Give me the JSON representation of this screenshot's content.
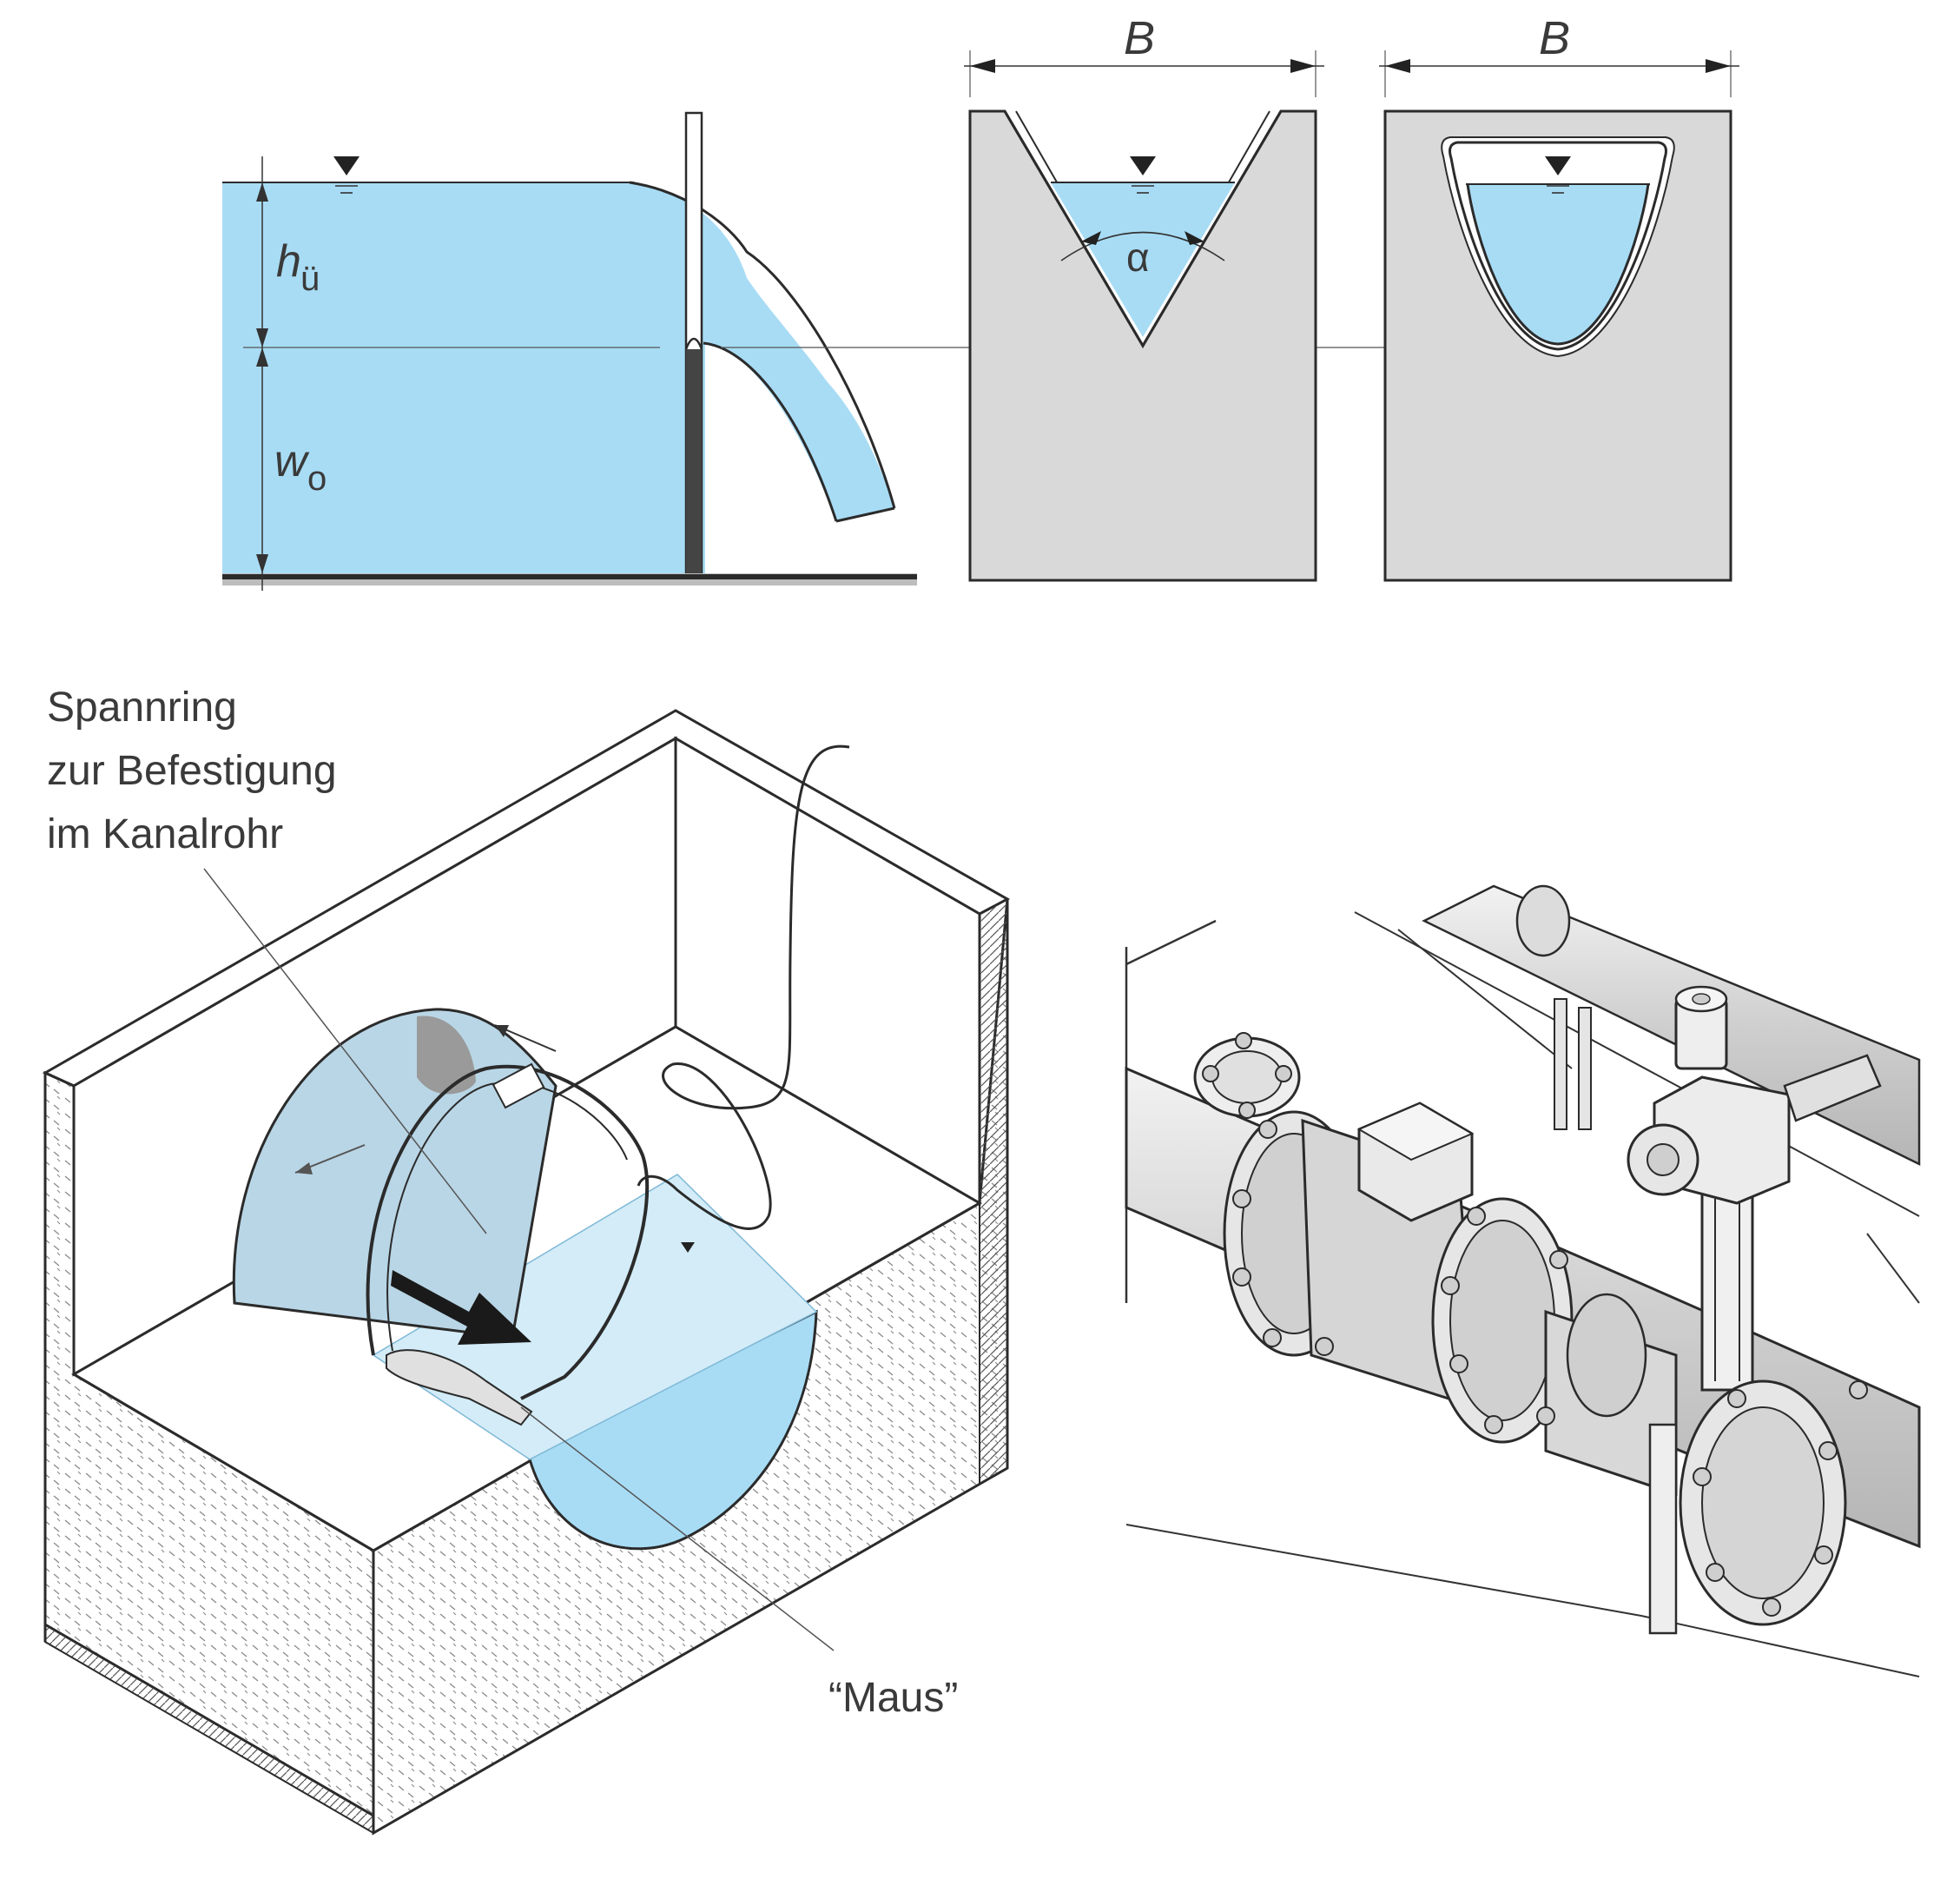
{
  "weir": {
    "overflow_head": "h",
    "overflow_head_sub": "ü",
    "weir_height": "w",
    "weir_height_sub": "o"
  },
  "v_notch": {
    "width": "B",
    "angle": "α"
  },
  "parabolic": {
    "width": "B"
  },
  "sewer": {
    "ring_label": [
      "Spannring",
      "zur Befestigung",
      "im Kanalrohr"
    ],
    "mouse_label": "“Maus”"
  },
  "colors": {
    "water": "#a8dcf5",
    "water_light": "#d3ecf8",
    "solid": "#d9d9d9",
    "outline": "#2b2b2b"
  },
  "icons": [
    "water-level-triangle-icon",
    "flow-direction-arrow-icon"
  ]
}
